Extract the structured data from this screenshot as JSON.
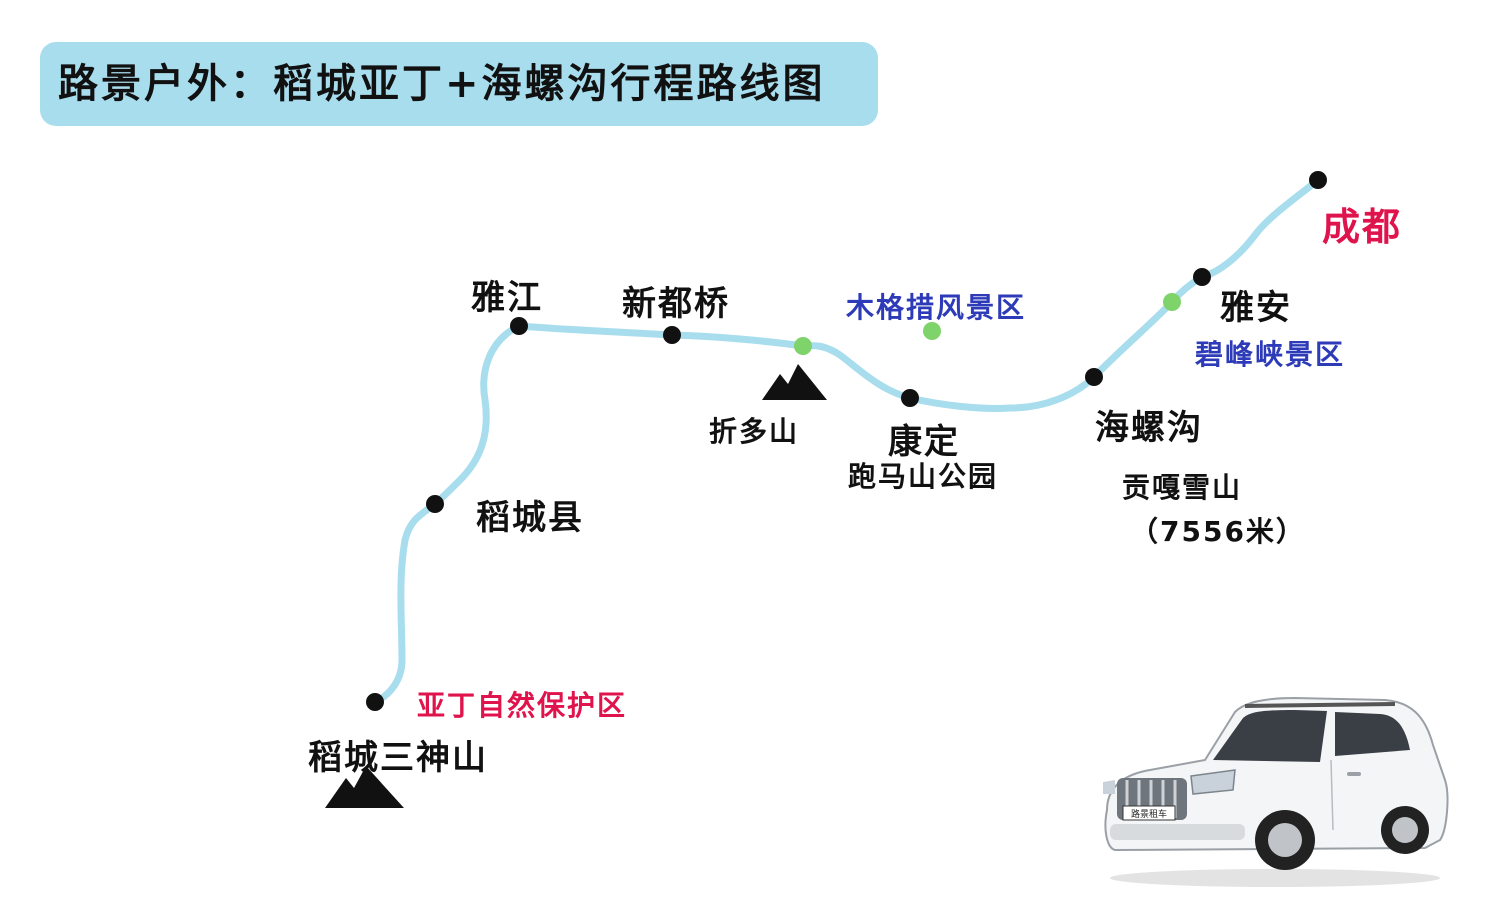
{
  "title": "路景户外：稻城亚丁+海螺沟行程路线图",
  "colors": {
    "banner": "#a8ddee",
    "route": "#a8ddee",
    "town_dot": "#111111",
    "scenic_dot": "#7fd36b",
    "scenic_text": "#2d3bb8",
    "highlight_text": "#e0144c"
  },
  "places": {
    "chengdu": "成都",
    "yaan": "雅安",
    "bifengxia": "碧峰峡景区",
    "hailuogou": "海螺沟",
    "gongga": "贡嘎雪山",
    "gongga_height": "（7556米）",
    "kangding": "康定",
    "paomashan": "跑马山公园",
    "mugecuo": "木格措风景区",
    "zheduoshan": "折多山",
    "xinduqiao": "新都桥",
    "yajiang": "雅江",
    "daocheng_county": "稻城县",
    "yading_reserve": "亚丁自然保护区",
    "sanshenshan": "稻城三神山"
  },
  "vehicle": {
    "plate": "路景租车"
  }
}
